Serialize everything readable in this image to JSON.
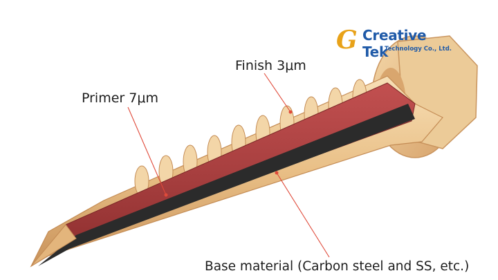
{
  "labels": {
    "finish": "Finish 3μm",
    "primer": "Primer 7μm",
    "base": "Base material (Carbon steel and SS, etc.)"
  },
  "logo": {
    "mark": "G",
    "title": "Creative Tek",
    "subtitle": "Technology Co., Ltd."
  },
  "colors": {
    "finish_gold": "#ebc48c",
    "primer_red": "#a63a3a",
    "base_dark": "#2b2b2b",
    "leader_line": "#e04a3a",
    "logo_blue": "#1f5aa8",
    "logo_gold": "#e8a219"
  }
}
